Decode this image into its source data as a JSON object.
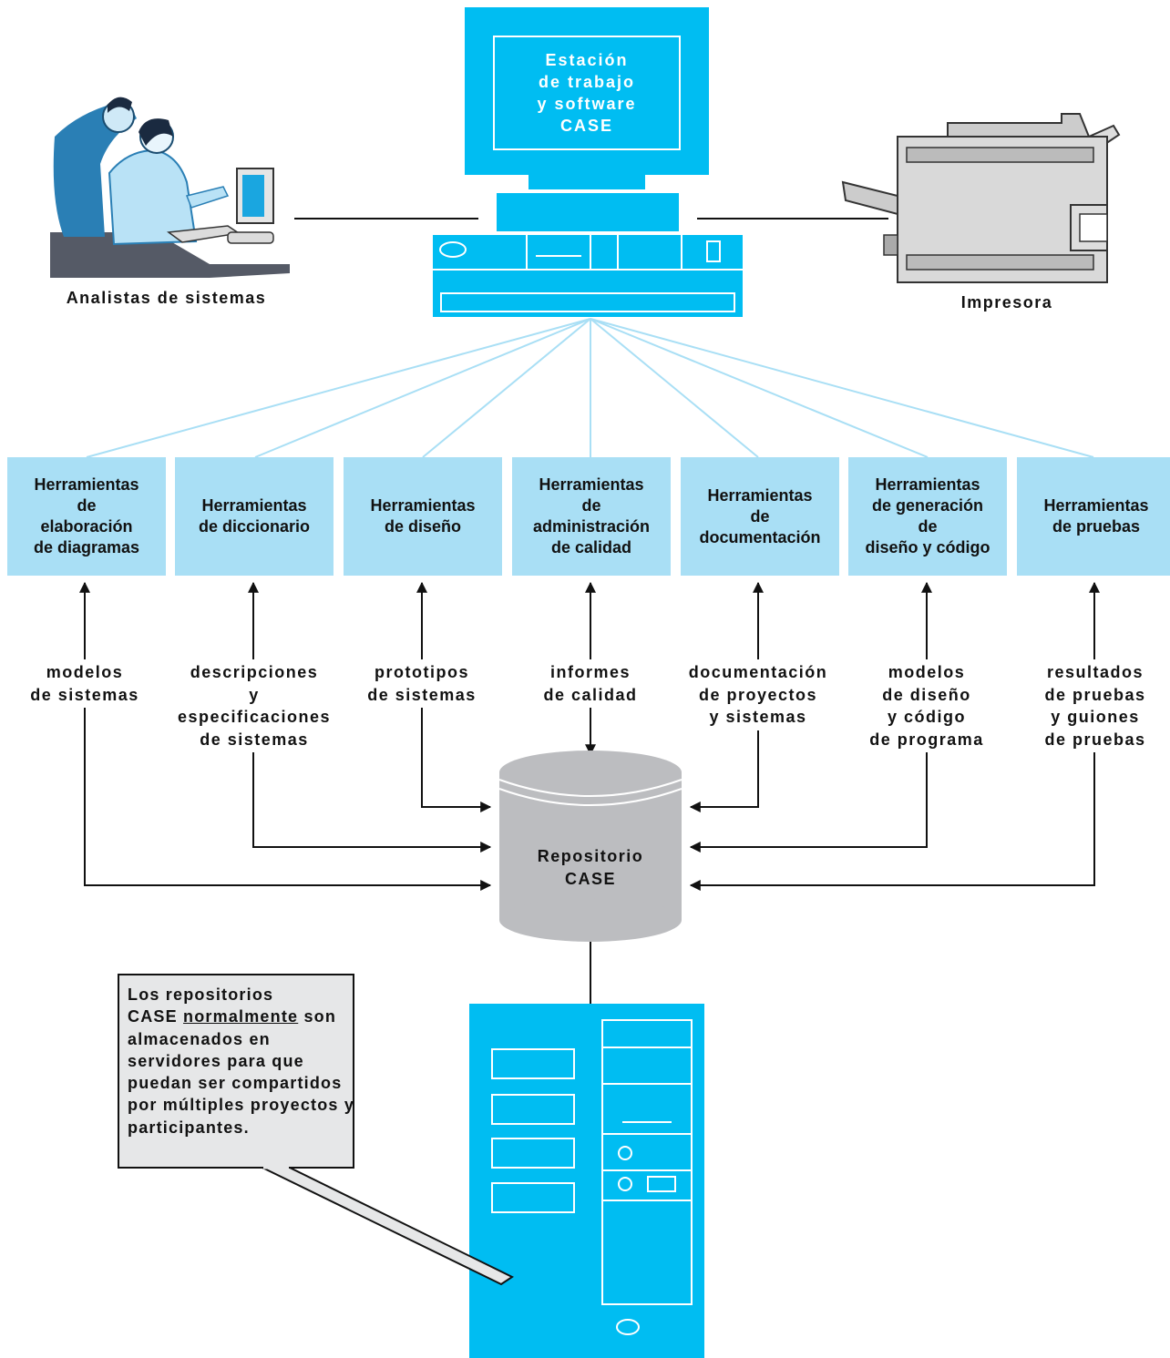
{
  "workstation": {
    "label": "Estación\nde trabajo\ny software\nCASE"
  },
  "analysts": {
    "label": "Analistas de sistemas"
  },
  "printer": {
    "label": "Impresora"
  },
  "tools": [
    {
      "label": "Herramientas\nde\nelaboración\nde diagramas"
    },
    {
      "label": "Herramientas\nde diccionario"
    },
    {
      "label": "Herramientas\nde diseño"
    },
    {
      "label": "Herramientas\nde\nadministración\nde calidad"
    },
    {
      "label": "Herramientas\nde\ndocumentación"
    },
    {
      "label": "Herramientas\nde generación\nde\ndiseño y código"
    },
    {
      "label": "Herramientas\nde pruebas"
    }
  ],
  "flows": [
    {
      "label": "modelos\nde sistemas"
    },
    {
      "label": "descripciones\ny\nespecificaciones\nde sistemas"
    },
    {
      "label": "prototipos\nde sistemas"
    },
    {
      "label": "informes\nde calidad"
    },
    {
      "label": "documentación\nde proyectos\ny sistemas"
    },
    {
      "label": "modelos\nde diseño\ny código\nde programa"
    },
    {
      "label": "resultados\nde pruebas\ny guiones\nde pruebas"
    }
  ],
  "repository": {
    "label": "Repositorio\nCASE"
  },
  "callout": {
    "line1": "Los repositorios",
    "line2a": "CASE ",
    "line2b": "normalmente",
    "rest": "son almacenados en servidores para que puedan ser compartidos por múltiples proyectos y participantes."
  },
  "colors": {
    "cyan": "#00bdf2",
    "light_blue": "#a9dff5",
    "gray": "#bcbdc0",
    "callout_bg": "#e6e7e8"
  }
}
